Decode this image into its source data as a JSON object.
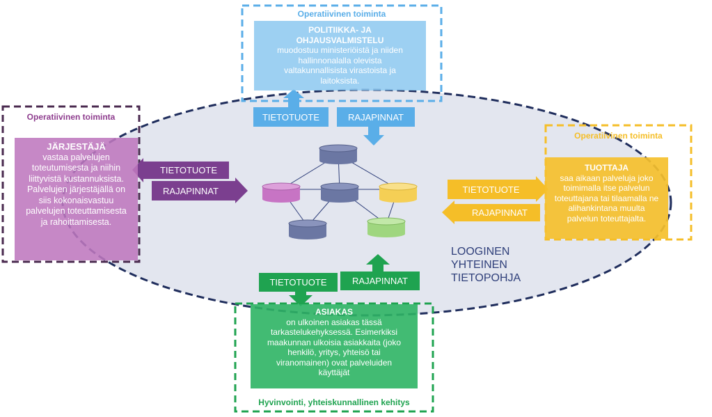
{
  "top": {
    "frame_title": "Operatiivinen toiminta",
    "box_title": "POLITIIKKA- JA OHJAUSVALMISTELU",
    "box_text": "muodostuu ministeriöistä ja niiden hallinnonalalla olevista valtakunnallisista virastoista ja laitoksista.",
    "arrow_up_label": "TIETOTUOTE",
    "arrow_down_label": "RAJAPINNAT",
    "color": "#5aaee8"
  },
  "left": {
    "frame_title": "Operatiivinen toiminta",
    "box_title": "JÄRJESTÄJÄ",
    "box_text": "vastaa palvelujen toteutumisesta ja niihin liittyvistä kustannuksista. Palvelujen järjestäjällä on siis kokonaisvastuu palvelujen toteuttamisesta ja rahoittamisesta.",
    "arrow_left_label": "TIETOTUOTE",
    "arrow_right_label": "RAJAPINNAT",
    "color": "#7b3f8f"
  },
  "right": {
    "frame_title": "Operatiivinen toiminta",
    "box_title": "TUOTTAJA",
    "box_text": "saa aikaan palveluja joko toimimalla itse palvelun toteuttajana tai tilaamalla ne alihankintana muulta palvelun toteuttajalta.",
    "arrow_right_label": "TIETOTUOTE",
    "arrow_left_label": "RAJAPINNAT",
    "color": "#f5be28"
  },
  "bottom": {
    "frame_title": "Hyvinvointi, yhteiskunnallinen kehitys",
    "box_title": "ASIAKAS",
    "box_text": "on ulkoinen asiakas tässä tarkastelukehyksessä. Esimerkiksi maakunnan ulkoisia asiakkaita (joko henkilö, yritys, yhteisö tai viranomainen) ovat palveluiden käyttäjät",
    "arrow_down_label": "TIETOTUOTE",
    "arrow_up_label": "RAJAPINNAT",
    "color": "#1fa350"
  },
  "center": {
    "label_line1": "LOOGINEN",
    "label_line2": "YHTEINEN",
    "label_line3": "TIETOPOHJA",
    "ellipse_border": "#1f2d5c"
  }
}
